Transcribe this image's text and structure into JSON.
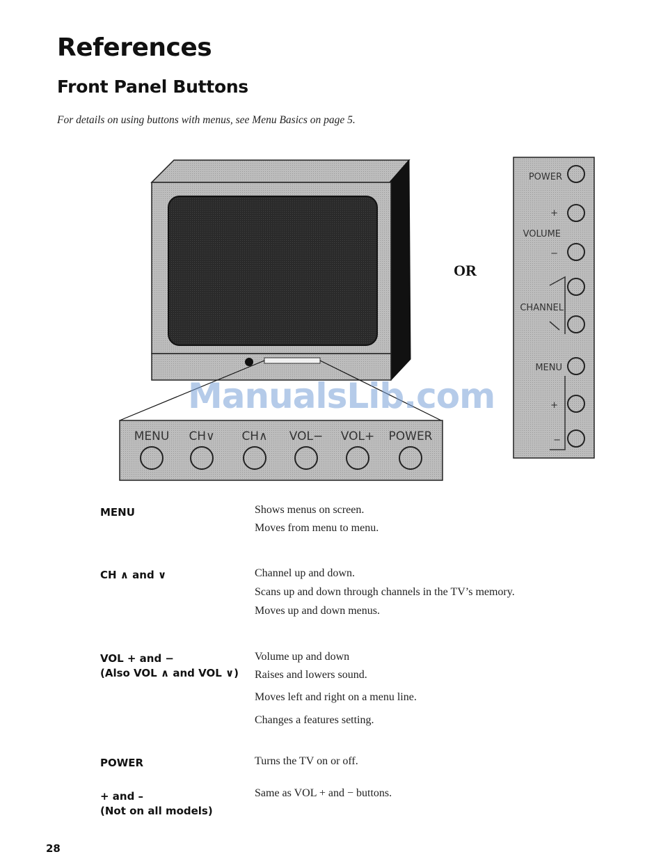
{
  "page": {
    "title": "References",
    "section": "Front Panel Buttons",
    "intro": "For details on using buttons with menus, see Menu Basics on page 5.",
    "or_label": "OR",
    "page_number": "28",
    "watermark": "ManualsLib.com"
  },
  "front_panel": {
    "labels": [
      "MENU",
      "CH∨",
      "CH∧",
      "VOL−",
      "VOL+",
      "POWER"
    ]
  },
  "side_panel": {
    "power": "POWER",
    "plus": "+",
    "volume": "VOLUME",
    "minus": "−",
    "channel": "CHANNEL",
    "menu": "MENU",
    "plus2": "+",
    "minus2": "−"
  },
  "definitions": [
    {
      "term": "MENU",
      "term_sub": "",
      "lines": [
        "Shows menus on screen.",
        "Moves from menu to menu."
      ]
    },
    {
      "term": "CH ∧ and ∨",
      "term_sub": "",
      "lines": [
        "Channel up and down.",
        "Scans up and down through channels in the TV’s memory.",
        "Moves up and down menus."
      ]
    },
    {
      "term": "VOL + and −",
      "term_sub": "(Also VOL ∧ and VOL ∨)",
      "lines": [
        "Volume up and down",
        "Raises and lowers sound.",
        "Moves left and right on a menu line.",
        "Changes a features setting."
      ]
    },
    {
      "term": "POWER",
      "term_sub": "",
      "lines": [
        "Turns the TV on or off."
      ]
    },
    {
      "term": "+ and –",
      "term_sub": "(Not on all models)",
      "lines": [
        "Same as VOL + and −  buttons."
      ]
    }
  ]
}
